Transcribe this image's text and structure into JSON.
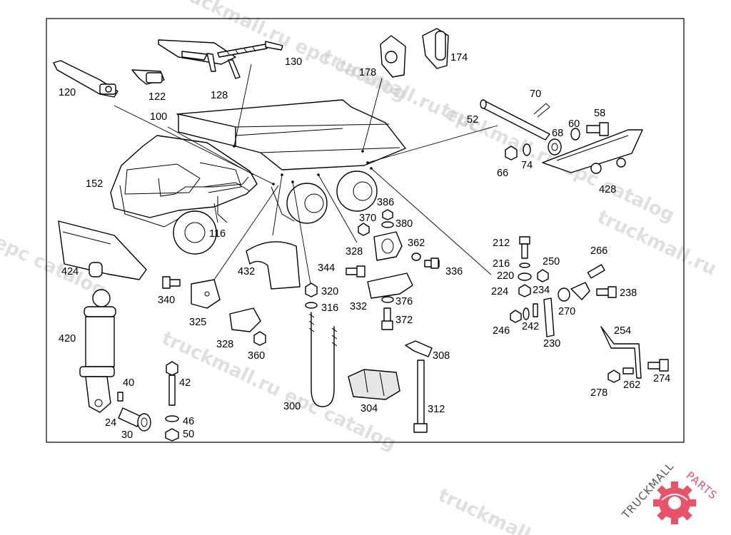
{
  "watermark": {
    "text_1": "truckmall.ru epc catalog",
    "text_2": "truckmall.ru epc",
    "text_3": "epc catalog",
    "text_4": "truckmall.ru epc catalog",
    "text_5": "truckmall.ru",
    "text_6": "truckmall.ru epc catalog",
    "text_7": "truckmall.ru"
  },
  "logo": {
    "name_a": "TRUCKMALL",
    "name_b": "PARTS",
    "colors": {
      "primary": "#e8536a",
      "dark": "#555555"
    }
  },
  "parts": [
    {
      "id": "p120",
      "number": "120"
    },
    {
      "id": "p122",
      "number": "122"
    },
    {
      "id": "p128",
      "number": "128"
    },
    {
      "id": "p130",
      "number": "130"
    },
    {
      "id": "p178",
      "number": "178"
    },
    {
      "id": "p174",
      "number": "174"
    },
    {
      "id": "p100",
      "number": "100"
    },
    {
      "id": "p52",
      "number": "52"
    },
    {
      "id": "p70",
      "number": "70"
    },
    {
      "id": "p60",
      "number": "60"
    },
    {
      "id": "p58",
      "number": "58"
    },
    {
      "id": "p68",
      "number": "68"
    },
    {
      "id": "p66",
      "number": "66"
    },
    {
      "id": "p74",
      "number": "74"
    },
    {
      "id": "p428",
      "number": "428"
    },
    {
      "id": "p152",
      "number": "152"
    },
    {
      "id": "p116",
      "number": "116"
    },
    {
      "id": "p386",
      "number": "386"
    },
    {
      "id": "p370",
      "number": "370"
    },
    {
      "id": "p380",
      "number": "380"
    },
    {
      "id": "p362",
      "number": "362"
    },
    {
      "id": "p328a",
      "number": "328"
    },
    {
      "id": "p212",
      "number": "212"
    },
    {
      "id": "p266",
      "number": "266"
    },
    {
      "id": "p216",
      "number": "216"
    },
    {
      "id": "p250",
      "number": "250"
    },
    {
      "id": "p220",
      "number": "220"
    },
    {
      "id": "p224",
      "number": "224"
    },
    {
      "id": "p234",
      "number": "234"
    },
    {
      "id": "p238",
      "number": "238"
    },
    {
      "id": "p270",
      "number": "270"
    },
    {
      "id": "p424",
      "number": "424"
    },
    {
      "id": "p432",
      "number": "432"
    },
    {
      "id": "p344",
      "number": "344"
    },
    {
      "id": "p336",
      "number": "336"
    },
    {
      "id": "p340",
      "number": "340"
    },
    {
      "id": "p320",
      "number": "320"
    },
    {
      "id": "p316",
      "number": "316"
    },
    {
      "id": "p376",
      "number": "376"
    },
    {
      "id": "p332",
      "number": "332"
    },
    {
      "id": "p372",
      "number": "372"
    },
    {
      "id": "p242",
      "number": "242"
    },
    {
      "id": "p246",
      "number": "246"
    },
    {
      "id": "p230",
      "number": "230"
    },
    {
      "id": "p325",
      "number": "325"
    },
    {
      "id": "p420",
      "number": "420"
    },
    {
      "id": "p328b",
      "number": "328"
    },
    {
      "id": "p360",
      "number": "360"
    },
    {
      "id": "p254",
      "number": "254"
    },
    {
      "id": "p308",
      "number": "308"
    },
    {
      "id": "p40",
      "number": "40"
    },
    {
      "id": "p42",
      "number": "42"
    },
    {
      "id": "p274",
      "number": "274"
    },
    {
      "id": "p278",
      "number": "278"
    },
    {
      "id": "p262",
      "number": "262"
    },
    {
      "id": "p24",
      "number": "24"
    },
    {
      "id": "p300",
      "number": "300"
    },
    {
      "id": "p304",
      "number": "304"
    },
    {
      "id": "p312",
      "number": "312"
    },
    {
      "id": "p46",
      "number": "46"
    },
    {
      "id": "p30",
      "number": "30"
    },
    {
      "id": "p50",
      "number": "50"
    }
  ]
}
